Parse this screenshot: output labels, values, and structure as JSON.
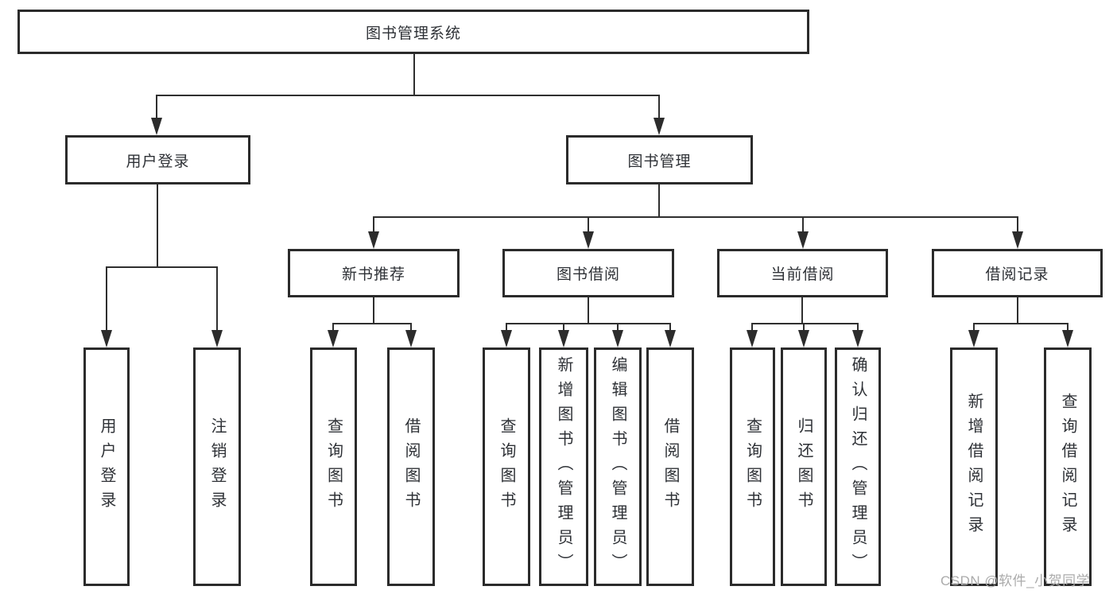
{
  "diagram": {
    "type": "hierarchy-tree",
    "tree": {
      "root": "图书管理系统",
      "branches": [
        {
          "label": "用户登录",
          "children": [
            "用户登录",
            "注销登录"
          ]
        },
        {
          "label": "图书管理",
          "groups": [
            {
              "label": "新书推荐",
              "children": [
                "查询图书",
                "借阅图书"
              ]
            },
            {
              "label": "图书借阅",
              "children": [
                "查询图书",
                "新增图书（管理员）",
                "编辑图书（管理员）",
                "借阅图书"
              ]
            },
            {
              "label": "当前借阅",
              "children": [
                "查询图书",
                "归还图书",
                "确认归还（管理员）"
              ]
            },
            {
              "label": "借阅记录",
              "children": [
                "新增借阅记录",
                "查询借阅记录"
              ]
            }
          ]
        }
      ]
    },
    "colors": {
      "background": "#ffffff",
      "box_border": "#2b2b2b",
      "line": "#2f2f2f",
      "text": "#2e3136",
      "watermark": "#ababab"
    }
  },
  "watermark": {
    "text": "CSDN @软件_小贺同学"
  }
}
